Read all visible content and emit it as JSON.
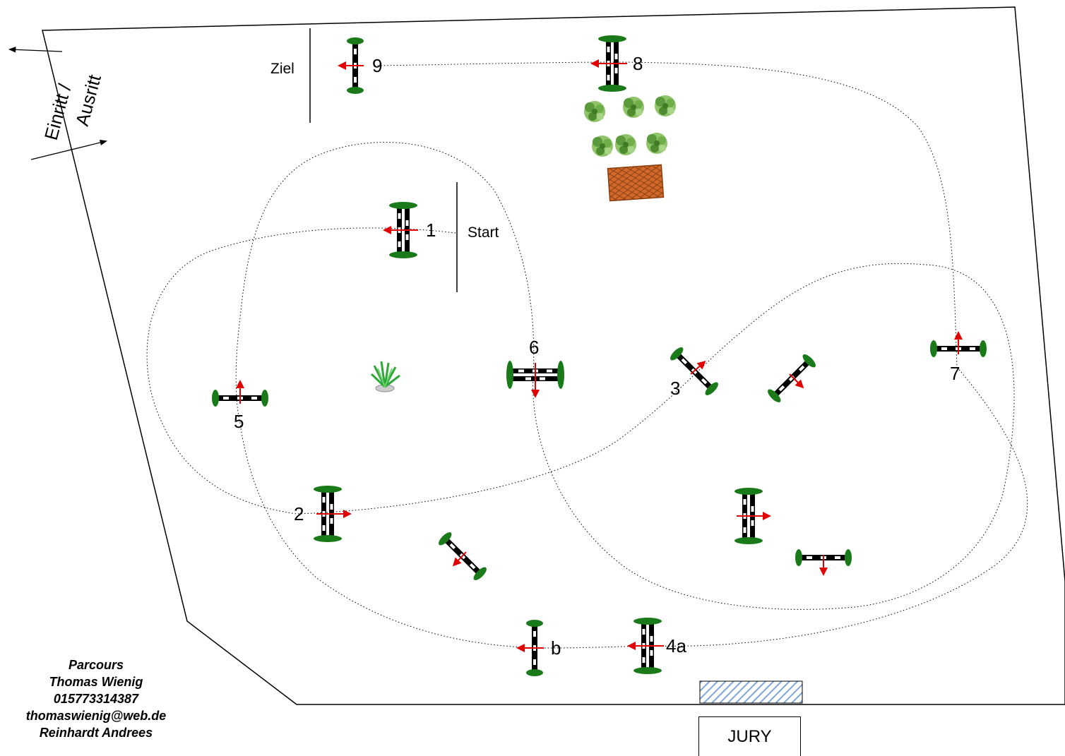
{
  "labels": {
    "entrance": "Einritt /",
    "exit": "Ausritt",
    "start": "Start",
    "finish": "Ziel",
    "jury": "JURY"
  },
  "obstacle_numbers": {
    "n1": "1",
    "n2": "2",
    "n3": "3",
    "n4a": "4a",
    "nb": "b",
    "n5": "5",
    "n6": "6",
    "n7": "7",
    "n8": "8",
    "n9": "9"
  },
  "credits": {
    "line1": "Parcours",
    "line2": "Thomas Wienig",
    "line3": "015773314387",
    "line4": "thomaswienig@web.de",
    "line5": "Reinhardt Andrees"
  },
  "colors": {
    "arena_border": "#000000",
    "route": "#000000",
    "jump_direction_arrow": "#e00000",
    "standard_green": "#1a7a1a",
    "water_tray": "#d2692a",
    "jury_hatch": "#7ea6d8"
  }
}
